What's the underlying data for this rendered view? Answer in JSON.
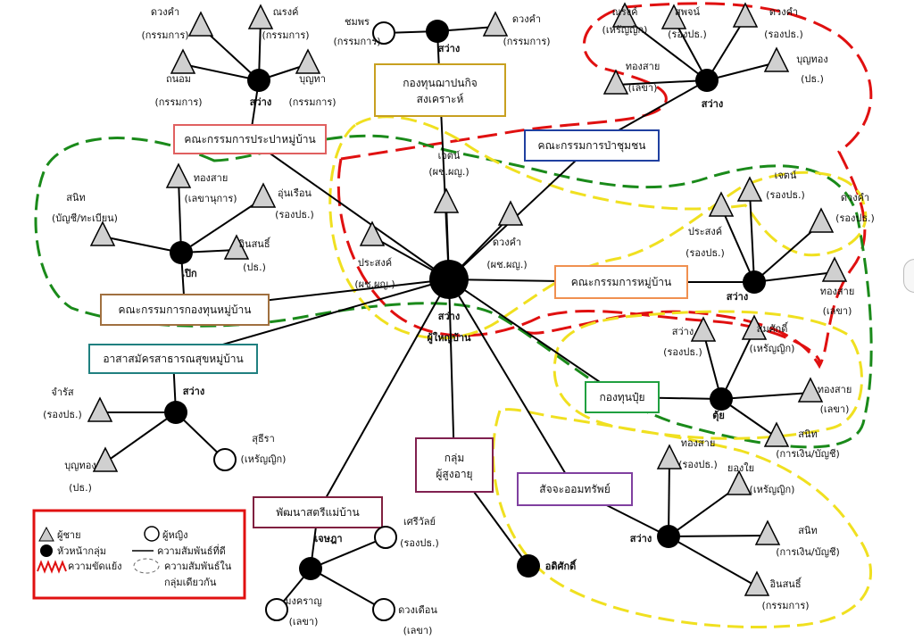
{
  "colors": {
    "red_zone": "#e01010",
    "green_zone": "#1a8a1a",
    "yellow_zone": "#f0e020",
    "line": "#000000",
    "legend_border": "#e01010"
  },
  "icons": {
    "male": "triangle-icon",
    "female": "circle-icon",
    "group_head": "filled-circle-icon"
  },
  "center": {
    "name": "สว่าง",
    "role": "ผู้ใหญ่บ้าน"
  },
  "groups": [
    {
      "id": "pracha",
      "box_label": "คณะกรรมการประปาหมู่บ้าน",
      "hub_name": "สว่าง",
      "members": [
        {
          "name": "ดวงคำ",
          "role": "(กรรมการ)",
          "gender": "m"
        },
        {
          "name": "ณรงค์",
          "role": "(กรรมการ)",
          "gender": "m"
        },
        {
          "name": "ถนอม",
          "role": "(กรรมการ)",
          "gender": "m"
        },
        {
          "name": "บุญทา",
          "role": "(กรรมการ)",
          "gender": "m"
        }
      ]
    },
    {
      "id": "chanapanakit",
      "box_label_1": "กองทุนฌาปนกิจ",
      "box_label_2": "สงเคราะห์",
      "hub_name": "สว่าง",
      "members": [
        {
          "name": "ชมพร",
          "role": "(กรรมการ)",
          "gender": "f"
        },
        {
          "name": "ดวงคำ",
          "role": "(กรรมการ)",
          "gender": "m"
        }
      ]
    },
    {
      "id": "forest",
      "box_label": "คณะกรรมการป่าชุมชน",
      "hub_name": "สว่าง",
      "members": [
        {
          "name": "ณรงค์",
          "role": "(เหรัญญิก)",
          "gender": "m"
        },
        {
          "name": "สุพจน์",
          "role": "(รองปธ.)",
          "gender": "m"
        },
        {
          "name": "ดวงคำ",
          "role": "(รองปธ.)",
          "gender": "m"
        },
        {
          "name": "ทองสาย",
          "role": "(เลขา)",
          "gender": "m"
        },
        {
          "name": "บุญทอง",
          "role": "(ปธ.)",
          "gender": "m"
        }
      ]
    },
    {
      "id": "village_committee",
      "box_label": "คณะกรรมการหมู่บ้าน",
      "hub_name": "สว่าง",
      "members": [
        {
          "name": "เจตน์",
          "role": "(รองปธ.)",
          "gender": "m"
        },
        {
          "name": "ดวงคำ",
          "role": "(รองปธ.)",
          "gender": "m"
        },
        {
          "name": "ประสงค์",
          "role": "(รองปธ.)",
          "gender": "m"
        },
        {
          "name": "ทองสาย",
          "role": "(เลขา)",
          "gender": "m"
        }
      ]
    },
    {
      "id": "fund",
      "box_label": "คณะกรรมการกองทุนหมู่บ้าน",
      "hub_name": "เปิก",
      "members": [
        {
          "name": "สนิท",
          "role": "(บัญชี/ทะเบียน)",
          "gender": "m"
        },
        {
          "name": "ทองสาย",
          "role": "(เลขานุการ)",
          "gender": "m"
        },
        {
          "name": "อุ่นเรือน",
          "role": "(รองปธ.)",
          "gender": "m"
        },
        {
          "name": "อินสนธิ์",
          "role": "(ปธ.)",
          "gender": "m"
        }
      ]
    },
    {
      "id": "health",
      "box_label": "อาสาสมัครสาธารณสุขหมู่บ้าน",
      "hub_name": "สว่าง",
      "members": [
        {
          "name": "จำรัส",
          "role": "(รองปธ.)",
          "gender": "m"
        },
        {
          "name": "บุญทอง",
          "role": "(ปธ.)",
          "gender": "m"
        },
        {
          "name": "สุธีรา",
          "role": "(เหรัญญิก)",
          "gender": "f"
        }
      ]
    },
    {
      "id": "fertilizer",
      "box_label": "กองทุนปุ๋ย",
      "hub_name": "ตุ้ย",
      "members": [
        {
          "name": "สว่าง",
          "role": "(รองปธ.)",
          "gender": "m"
        },
        {
          "name": "สมศักดิ์",
          "role": "(เหรัญญิก)",
          "gender": "m"
        },
        {
          "name": "ทองสาย",
          "role": "(เลขา)",
          "gender": "m"
        },
        {
          "name": "สนิท",
          "role": "(การเงิน/บัญชี)",
          "gender": "m"
        }
      ]
    },
    {
      "id": "elderly",
      "box_label_1": "กลุ่ม",
      "box_label_2": "ผู้สูงอายุ",
      "hub_name": "อดิศักดิ์",
      "members": []
    },
    {
      "id": "savings",
      "box_label": "สัจจะออมทรัพย์",
      "hub_name": "สว่าง",
      "members": [
        {
          "name": "ทองสาย",
          "role": "(รองปธ.)",
          "gender": "m"
        },
        {
          "name": "ยองใย",
          "role": "(เหรัญญิก)",
          "gender": "m"
        },
        {
          "name": "สนิท",
          "role": "(การเงิน/บัญชี)",
          "gender": "m"
        },
        {
          "name": "อินสนธิ์",
          "role": "(กรรมการ)",
          "gender": "m"
        }
      ]
    },
    {
      "id": "women",
      "box_label": "พัฒนาสตรีแม่บ้าน",
      "hub_name": "เจษฎา",
      "members": [
        {
          "name": "เศรีวัลย์",
          "role": "(รองปธ.)",
          "gender": "f"
        },
        {
          "name": "มงคราญ",
          "role": "(เลขา)",
          "gender": "f"
        },
        {
          "name": "ดวงเดือน",
          "role": "(เลขา)",
          "gender": "f"
        }
      ]
    }
  ],
  "center_members": [
    {
      "name": "เจตน์",
      "role": "(ผช.ผญ.)",
      "gender": "m"
    },
    {
      "name": "ประสงค์",
      "role": "(ผช.ผญ.)",
      "gender": "m"
    },
    {
      "name": "ดวงคำ",
      "role": "(ผช.ผญ.)",
      "gender": "m"
    }
  ],
  "legend": {
    "male": "ผู้ชาย",
    "female": "ผู้หญิง",
    "head": "หัวหน้ากลุ่ม",
    "relation": "ความสัมพันธ์ที่ดี",
    "conflict": "ความขัดแย้ง",
    "same_group_1": "ความสัมพันธ์ใน",
    "same_group_2": "กลุ่มเดียวกัน"
  }
}
